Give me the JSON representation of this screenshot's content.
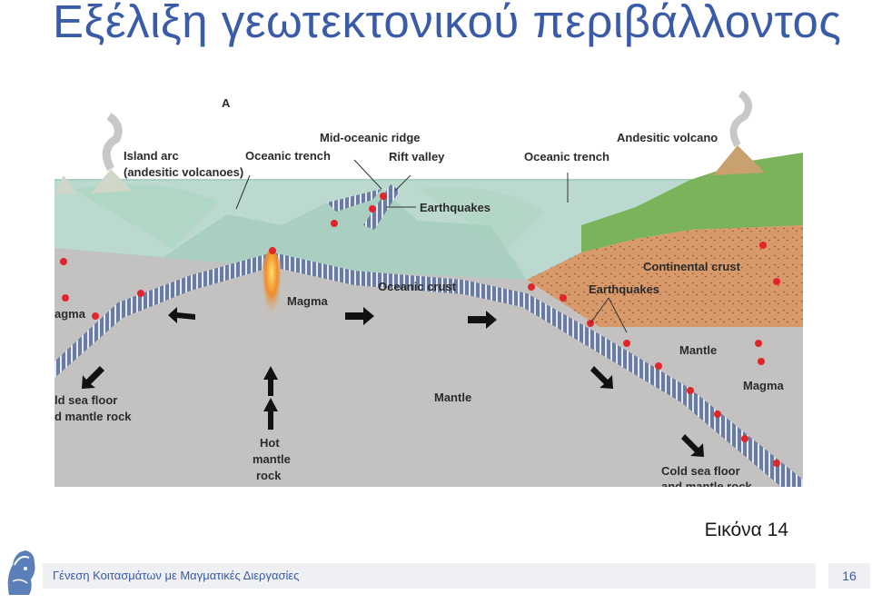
{
  "slide": {
    "title": "Εξέλιξη γεωτεκτονικού περιβάλλοντος",
    "caption": "Εικόνα 14",
    "footer": "Γένεση Κοιτασμάτων με Μαγματικές Διεργασίες",
    "page_number": "16"
  },
  "diagram": {
    "panel_letter": "A",
    "labels": {
      "island_arc_1": "Island arc",
      "island_arc_2": "(andesitic volcanoes)",
      "oceanic_trench_left": "Oceanic trench",
      "mid_oceanic_ridge": "Mid-oceanic ridge",
      "rift_valley": "Rift valley",
      "oceanic_trench_right": "Oceanic trench",
      "andesitic_volcano": "Andesitic volcano",
      "earthquakes_top": "Earthquakes",
      "continental_crust": "Continental crust",
      "earthquakes_right": "Earthquakes",
      "oceanic_crust": "Oceanic crust",
      "magma_center": "Magma",
      "magma_left": "agma",
      "mantle_right": "Mantle",
      "magma_right": "Magma",
      "mantle_center": "Mantle",
      "cold_left_1": "ld sea floor",
      "cold_left_2": "d mantle rock",
      "hot_1": "Hot",
      "hot_2": "mantle",
      "hot_3": "rock",
      "cold_right_1": "Cold sea floor",
      "cold_right_2": "and mantle rock"
    },
    "colors": {
      "mantle": "#c4c2c0",
      "ocean": "#bcd9cf",
      "continent": "#d89a6c",
      "vegetation": "#7bb35a",
      "slab": "#5d6f95",
      "earthquake": "#e0262a",
      "title": "#3a5ba8"
    }
  }
}
